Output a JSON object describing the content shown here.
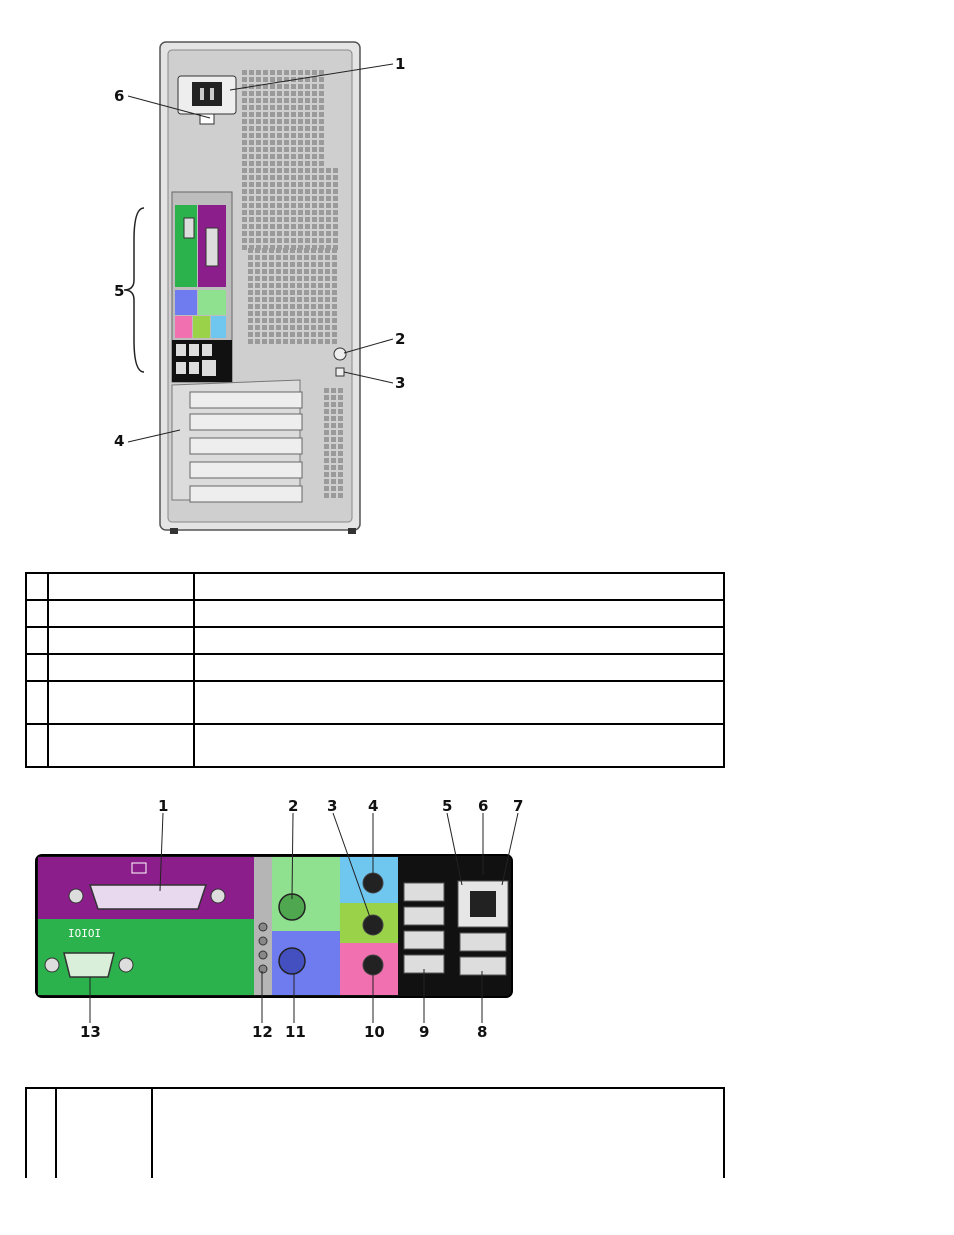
{
  "rear_view": {
    "callouts": [
      "1",
      "2",
      "3",
      "4",
      "5",
      "6"
    ]
  },
  "back_panel": {
    "callouts": [
      "1",
      "2",
      "3",
      "4",
      "5",
      "6",
      "7",
      "8",
      "9",
      "10",
      "11",
      "12",
      "13"
    ]
  },
  "table1": {
    "rows": [
      {
        "num": "",
        "label": "",
        "desc": ""
      },
      {
        "num": "",
        "label": "",
        "desc": ""
      },
      {
        "num": "",
        "label": "",
        "desc": ""
      },
      {
        "num": "",
        "label": "",
        "desc": ""
      },
      {
        "num": "",
        "label": "",
        "desc": ""
      },
      {
        "num": "",
        "label": "",
        "desc": ""
      }
    ]
  },
  "table2": {
    "rows": [
      {
        "num": "",
        "label": "",
        "desc": ""
      }
    ]
  },
  "colors": {
    "parallel": "#8b1e8b",
    "serial": "#2bb24c",
    "mouse": "#8fe08f",
    "keyboard": "#6f7cf0",
    "line_in": "#6fc7f0",
    "line_out": "#9ad24a",
    "mic": "#f070b0",
    "panel_black": "#111111",
    "chassis": "#c8c8c8"
  }
}
